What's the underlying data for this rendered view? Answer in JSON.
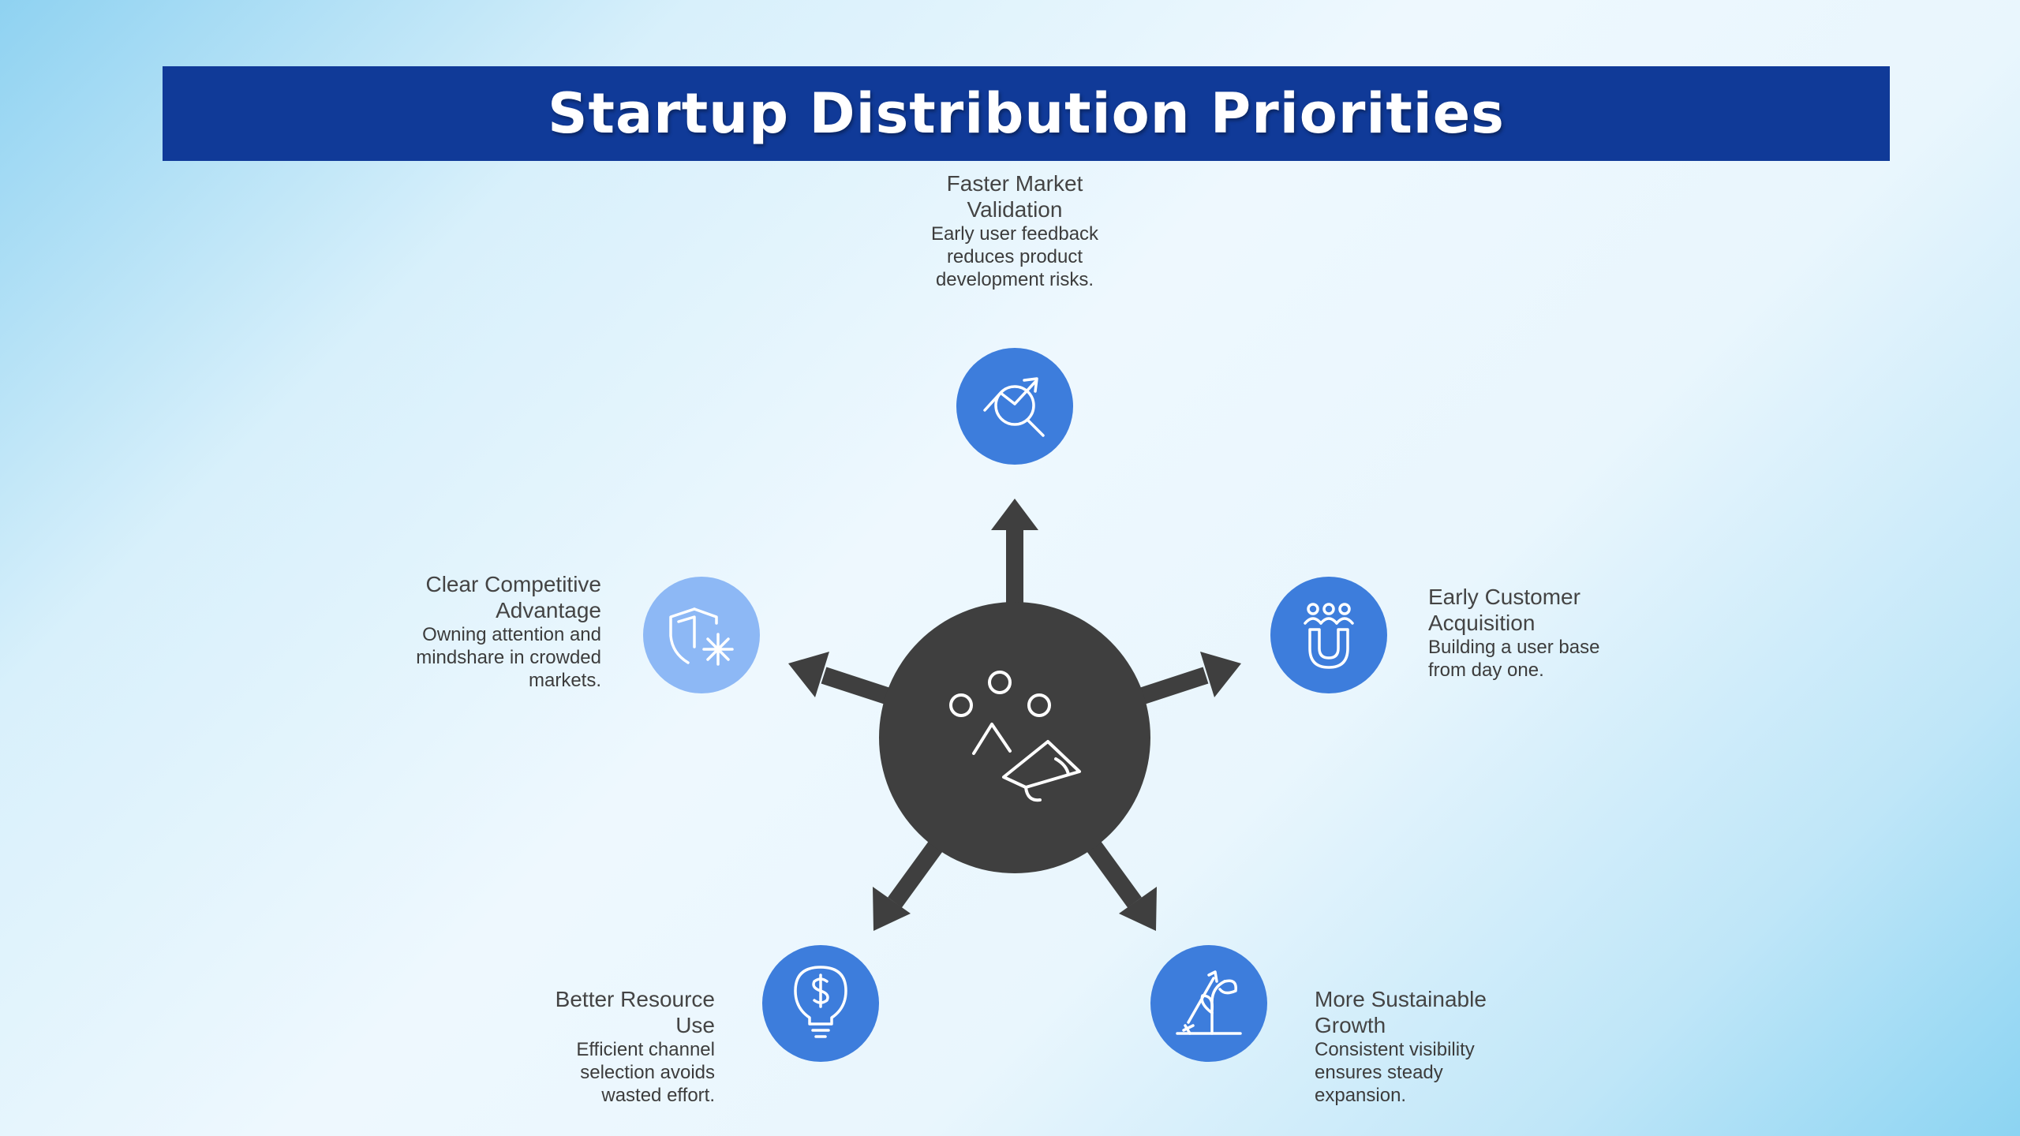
{
  "title": "Startup Distribution Priorities",
  "center": {
    "icon": "megaphone-people-icon"
  },
  "colors": {
    "title_bar": "#103a98",
    "hub": "#3f3f3f",
    "node_blue": "#3d7ddc",
    "node_light": "#8db8f5"
  },
  "nodes": [
    {
      "id": "faster-market-validation",
      "title": "Faster Market Validation",
      "title_lines": [
        "Faster Market",
        "Validation"
      ],
      "description": "Early user feedback reduces product development risks.",
      "description_lines": [
        "Early user feedback",
        "reduces product",
        "development risks."
      ],
      "icon": "chart-magnifier-icon"
    },
    {
      "id": "early-customer-acquisition",
      "title": "Early Customer Acquisition",
      "title_lines": [
        "Early Customer",
        "Acquisition"
      ],
      "description": "Building a user base from day one.",
      "description_lines": [
        "Building a user base",
        "from day one."
      ],
      "icon": "people-magnet-icon"
    },
    {
      "id": "more-sustainable-growth",
      "title": "More Sustainable Growth",
      "title_lines": [
        "More Sustainable",
        "Growth"
      ],
      "description": "Consistent visibility ensures steady expansion.",
      "description_lines": [
        "Consistent visibility",
        "ensures steady",
        "expansion."
      ],
      "icon": "growing-plant-icon"
    },
    {
      "id": "better-resource-use",
      "title": "Better Resource Use",
      "title_lines": [
        "Better Resource",
        "Use"
      ],
      "description": "Efficient channel selection avoids wasted effort.",
      "description_lines": [
        "Efficient channel",
        "selection avoids",
        "wasted effort."
      ],
      "icon": "dollar-lightbulb-icon"
    },
    {
      "id": "clear-competitive-advantage",
      "title": "Clear Competitive Advantage",
      "title_lines": [
        "Clear Competitive",
        "Advantage"
      ],
      "description": "Owning attention and mindshare in crowded markets.",
      "description_lines": [
        "Owning attention and",
        "mindshare in crowded",
        "markets."
      ],
      "icon": "shield-snowflake-icon"
    }
  ]
}
